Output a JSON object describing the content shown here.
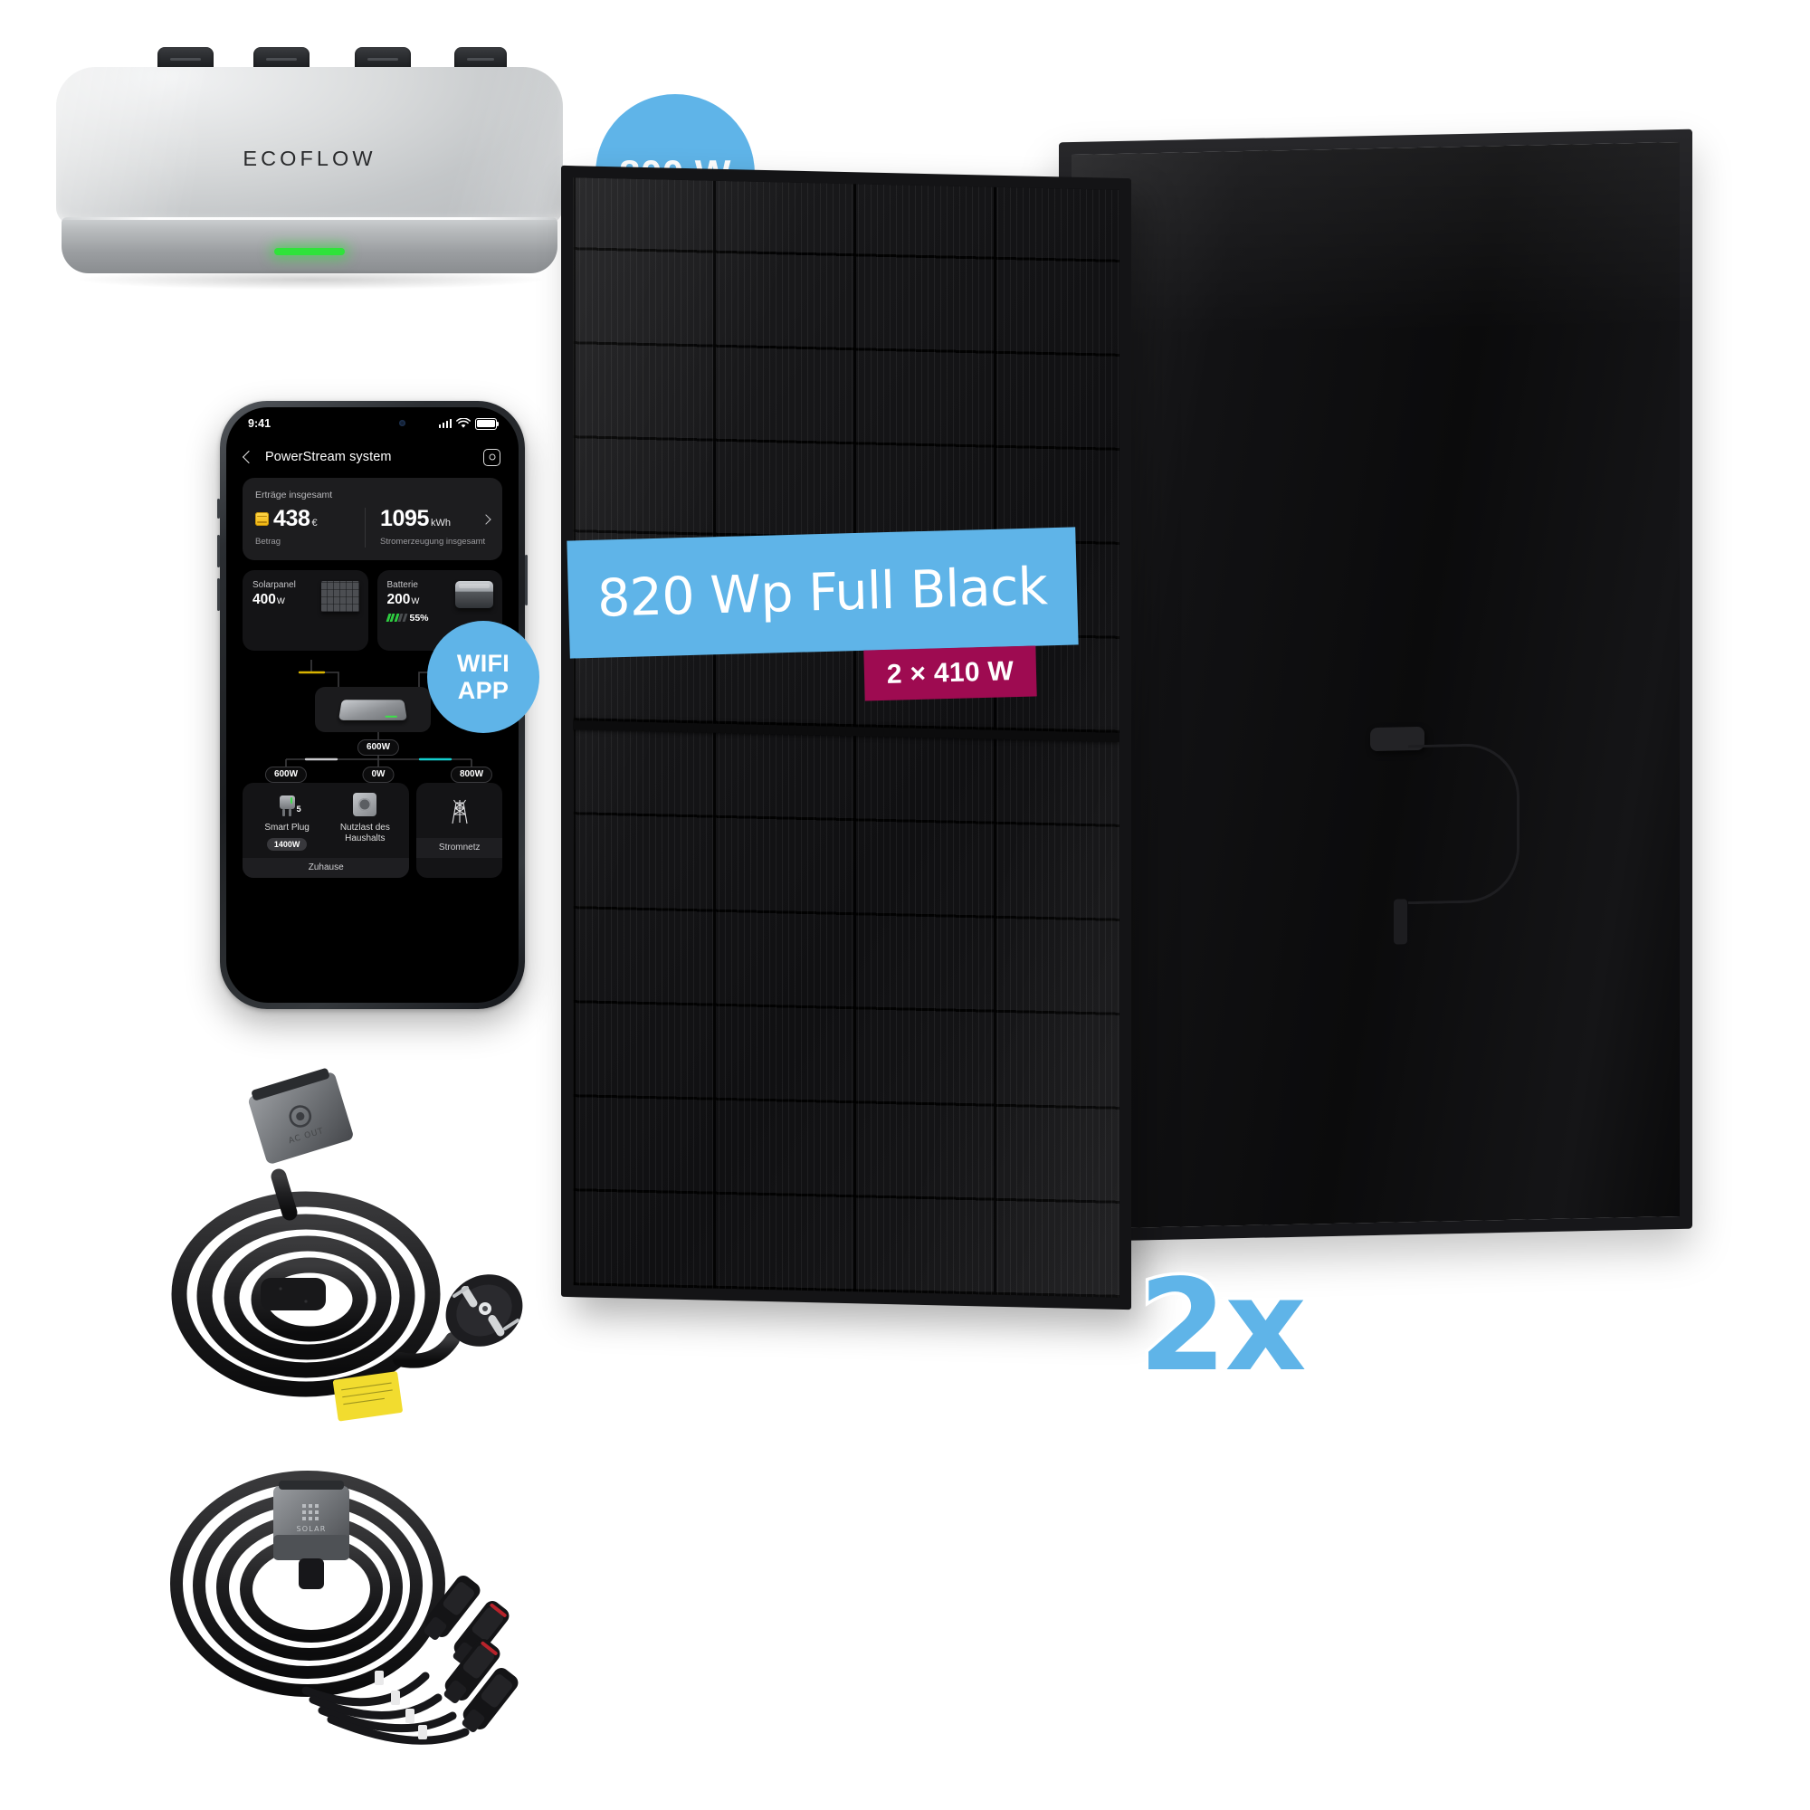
{
  "product": {
    "inverter": {
      "brand_logo": "ECOFLOW",
      "power_badge": "800 W",
      "led_status_color": "#2fe33a"
    },
    "panel": {
      "banner_text": "820 Wp Full Black",
      "sub_badge_text": "2 × 410 W",
      "quantity_badge": "2x",
      "banner_color": "#5fb4e8",
      "sub_badge_color": "#9e0b51"
    },
    "app_badge": {
      "line1": "WIFI",
      "line2": "APP",
      "color": "#5fb4e8"
    },
    "cables": {
      "ac_cable_label": "AC OUT",
      "solar_cable_label": "SOLAR"
    }
  },
  "phone": {
    "statusbar": {
      "time": "9:41",
      "signal_icon": "cellular-bars-icon",
      "wifi_icon": "wifi-icon",
      "battery_icon": "battery-full-icon"
    },
    "header": {
      "back_icon": "chevron-left-icon",
      "title": "PowerStream system",
      "settings_icon": "target-settings-icon"
    },
    "earnings_card": {
      "title": "Erträge insgesamt",
      "coin_icon": "coins-icon",
      "amount_value": "438",
      "amount_unit": "€",
      "amount_label": "Betrag",
      "energy_value": "1095",
      "energy_unit": "kWh",
      "energy_label": "Stromerzeugung insgesamt",
      "chevron_icon": "chevron-right-icon"
    },
    "solar_card": {
      "label": "Solarpanel",
      "value": "400",
      "unit": "W",
      "icon": "solar-panel-icon"
    },
    "battery_card": {
      "label": "Batterie",
      "value": "200",
      "unit": "W",
      "percent": "55%",
      "icon": "battery-pack-icon"
    },
    "flow": {
      "hub_icon": "powerstream-device-icon",
      "hub_output": "600W",
      "smart_plug_flow": "600W",
      "household_flow": "0W",
      "grid_flow": "800W"
    },
    "loads": {
      "smart_plug": {
        "icon": "smart-plug-icon",
        "count": "5",
        "label": "Smart Plug",
        "chip": "1400W"
      },
      "household": {
        "icon": "wall-socket-icon",
        "label": "Nutzlast des Haushalts"
      },
      "home_footer": "Zuhause",
      "grid": {
        "icon": "power-tower-icon",
        "label": "",
        "footer": "Stromnetz"
      }
    }
  }
}
